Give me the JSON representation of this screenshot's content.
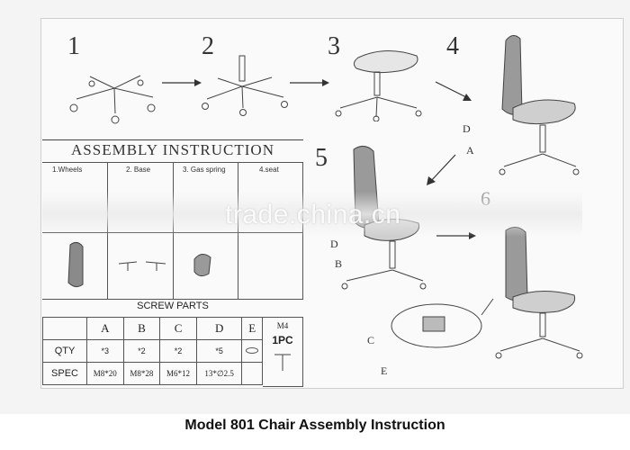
{
  "steps": [
    "1",
    "2",
    "3",
    "4",
    "5",
    "6"
  ],
  "assembly_title": "ASSEMBLY INSTRUCTION",
  "parts": [
    "1.Wheels",
    "2. Base",
    "3. Gas spring",
    "4.seat"
  ],
  "screw_parts": {
    "title": "SCREW PARTS",
    "columns": [
      "A",
      "B",
      "C",
      "D",
      "E"
    ],
    "qty_label": "QTY",
    "spec_label": "SPEC",
    "qty": [
      "*3",
      "*2",
      "*2",
      "*5",
      ""
    ],
    "spec": [
      "M8*20",
      "M8*28",
      "M6*12",
      "13*∅2.5",
      ""
    ],
    "m4_label": "M4",
    "m4_qty": "1PC"
  },
  "diagram_letters": {
    "step4": [
      "D",
      "A"
    ],
    "step5": [
      "D",
      "B"
    ],
    "step6": [
      "C",
      "E"
    ]
  },
  "watermark": "trade.china.cn",
  "caption": "Model 801 Chair Assembly Instruction"
}
